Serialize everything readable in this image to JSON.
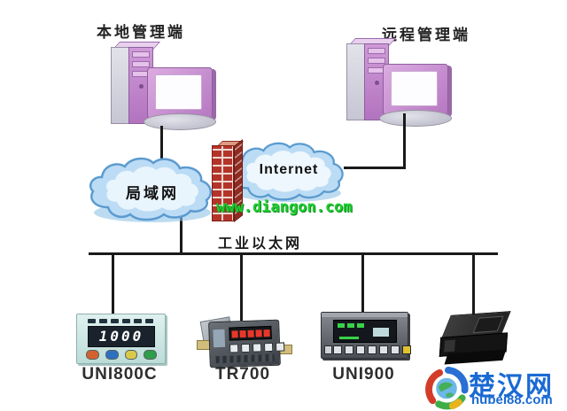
{
  "diagram": {
    "local_terminal": {
      "label": "本地管理端"
    },
    "remote_terminal": {
      "label": "远程管理端"
    },
    "lan_cloud": {
      "label": "局域网"
    },
    "internet_cloud": {
      "label": "Internet"
    },
    "ethernet_bus": {
      "label": "工业以太网"
    },
    "devices": [
      {
        "id": "uni800c",
        "label": "UNI800C",
        "display_value": "1000"
      },
      {
        "id": "tr700",
        "label": "TR700"
      },
      {
        "id": "uni900",
        "label": "UNI900"
      },
      {
        "id": "plc-black-box",
        "label": ""
      }
    ]
  },
  "watermark": {
    "text": "www.diangon.com",
    "color": "#1ecc2e"
  },
  "logo": {
    "title": "楚汉网",
    "subtitle": "hubei88.com",
    "color": "#1a6ad4"
  },
  "colors": {
    "computer_purple": "#b678c2",
    "cloud_fill": "#bcdcf5",
    "cloud_stroke": "#5b9bd0",
    "brick_red": "#b5342a",
    "line_black": "#1a1a1a"
  }
}
